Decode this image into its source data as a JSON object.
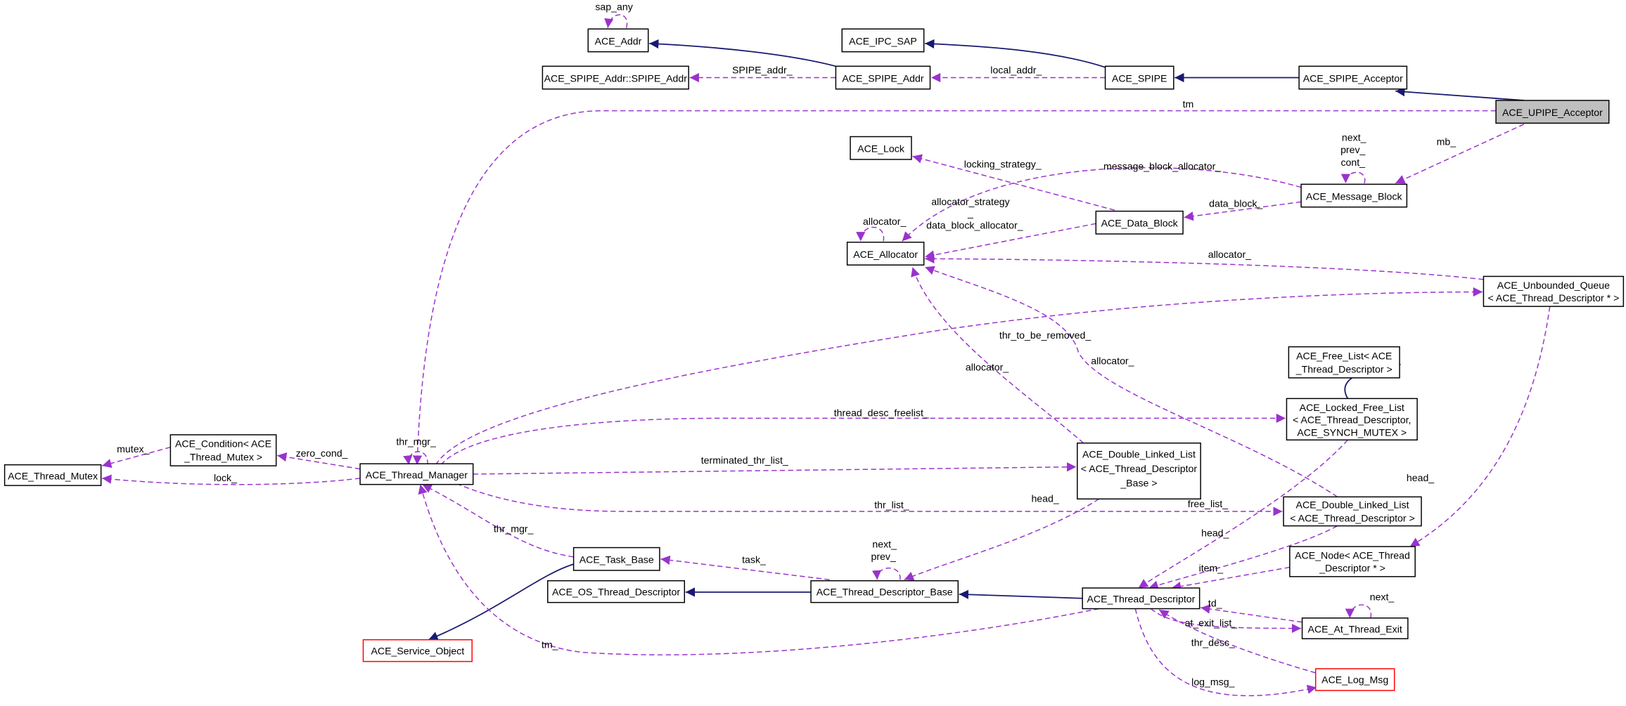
{
  "nodes": {
    "ace_addr": "ACE_Addr",
    "ace_ipc_sap": "ACE_IPC_SAP",
    "spipe_addr_inner": "ACE_SPIPE_Addr::SPIPE_Addr",
    "ace_spipe_addr": "ACE_SPIPE_Addr",
    "ace_spipe": "ACE_SPIPE",
    "ace_spipe_acceptor": "ACE_SPIPE_Acceptor",
    "ace_upipe_acceptor": "ACE_UPIPE_Acceptor",
    "ace_lock": "ACE_Lock",
    "ace_message_block": "ACE_Message_Block",
    "ace_data_block": "ACE_Data_Block",
    "ace_allocator": "ACE_Allocator",
    "unbounded_queue": [
      "ACE_Unbounded_Queue",
      "< ACE_Thread_Descriptor * >"
    ],
    "free_list": [
      "ACE_Free_List< ACE",
      "_Thread_Descriptor >"
    ],
    "locked_free_list": [
      "ACE_Locked_Free_List",
      "< ACE_Thread_Descriptor,",
      "ACE_SYNCH_MUTEX >"
    ],
    "condition": [
      "ACE_Condition< ACE",
      "_Thread_Mutex >"
    ],
    "thread_mutex": "ACE_Thread_Mutex",
    "thread_manager": "ACE_Thread_Manager",
    "dll_base": [
      "ACE_Double_Linked_List",
      "< ACE_Thread_Descriptor",
      "_Base >"
    ],
    "dll_td": [
      "ACE_Double_Linked_List",
      "< ACE_Thread_Descriptor >"
    ],
    "task_base": "ACE_Task_Base",
    "os_thread_descriptor": "ACE_OS_Thread_Descriptor",
    "thread_descriptor_base": "ACE_Thread_Descriptor_Base",
    "node": [
      "ACE_Node< ACE_Thread",
      "_Descriptor * >"
    ],
    "thread_descriptor": "ACE_Thread_Descriptor",
    "at_thread_exit": "ACE_At_Thread_Exit",
    "service_object": "ACE_Service_Object",
    "log_msg": "ACE_Log_Msg"
  },
  "edges": {
    "sap_any": "sap_any",
    "spipe_addr": "SPIPE_addr_",
    "local_addr": "local_addr_",
    "tm": "tm",
    "mb": "mb_",
    "mb_self": [
      "next_",
      "prev_",
      "cont_"
    ],
    "locking_strategy": "locking_strategy_",
    "message_block_allocator": "message_block_allocator_",
    "data_block": "data_block_",
    "allocator_strategy": "allocator_strategy",
    "allocator_strategy_cont": "_",
    "data_block_allocator": "data_block_allocator_",
    "allocator_self": "allocator_",
    "queue_allocator": "allocator_",
    "thr_to_be_removed": "thr_to_be_removed_",
    "dll_base_allocator": "allocator_",
    "dll_td_allocator": "allocator_",
    "thread_desc_freelist": "thread_desc_freelist_",
    "mutex": "mutex_",
    "zero_cond": "zero_cond_",
    "thr_mgr_self": "thr_mgr_",
    "lock": "lock_",
    "terminated_thr_list": "terminated_thr_list_",
    "free_list": "free_list_",
    "head_base": "head_",
    "head_queue": "head_",
    "thr_list": "thr_list_",
    "head_td": "head_",
    "thr_mgr": "thr_mgr_",
    "task": "task_",
    "tdb_self": [
      "next_",
      "prev_"
    ],
    "item": "item_",
    "td": "td_",
    "ate_self": "next_",
    "at_exit_list": "at_exit_list_",
    "tm_td": "tm_",
    "thr_desc": "thr_desc_",
    "log_msg": "log_msg_"
  },
  "colors": {
    "dependency": "#9a32cd",
    "inheritance": "#191970",
    "focus_fill": "#bfbfbf",
    "undocumented_border": "#ff0000"
  }
}
